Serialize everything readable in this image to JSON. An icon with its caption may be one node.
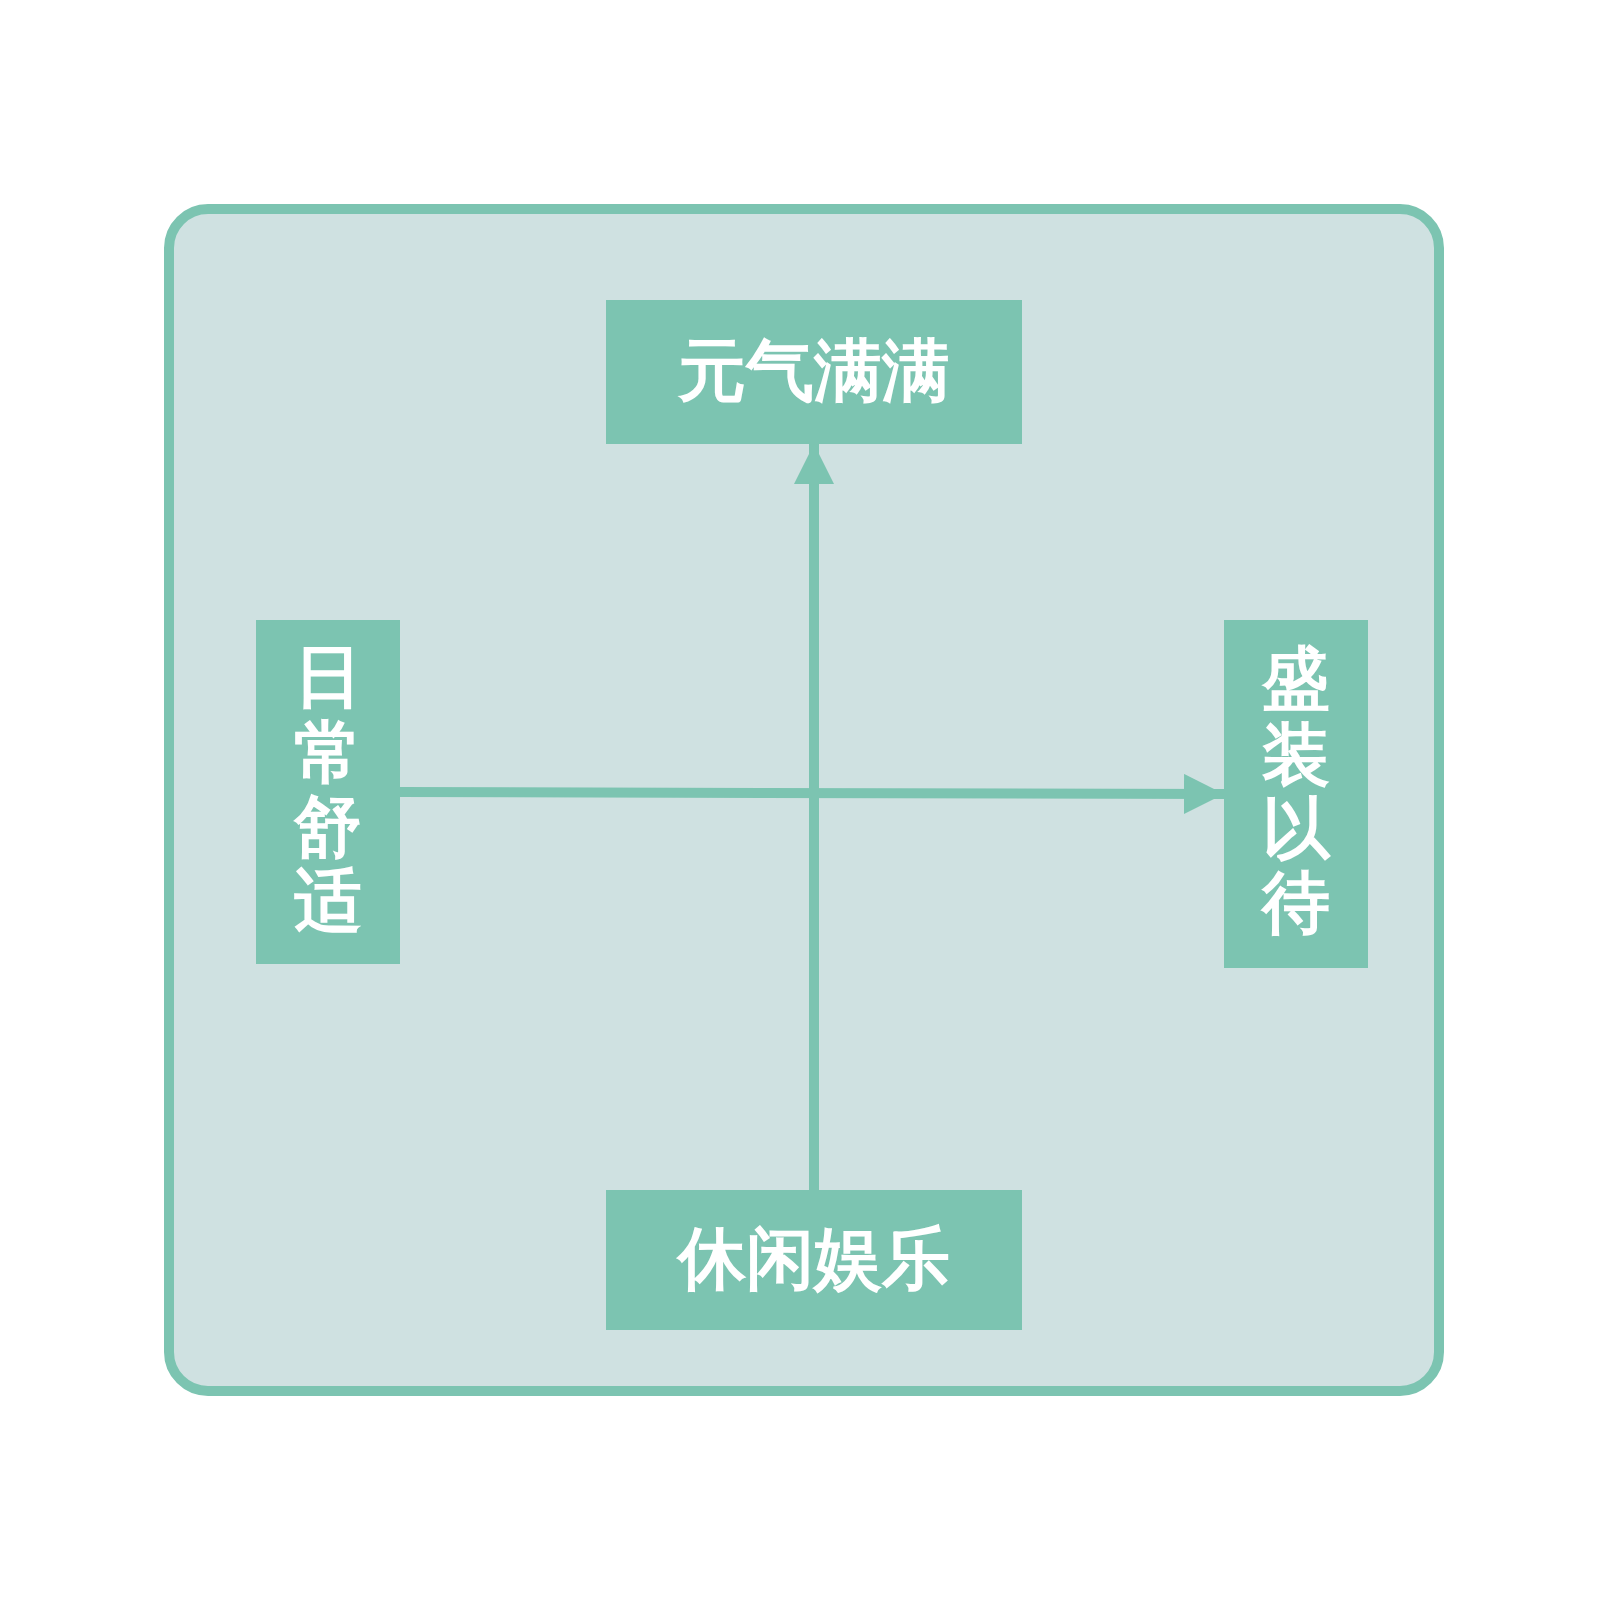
{
  "diagram": {
    "nodes": [
      {
        "text": [],
        "shape": "box"
      },
      {
        "text": [
          "元气满满"
        ],
        "in": 0
      },
      {
        "text": [
          "日常舒适"
        ],
        "in": 0
      },
      {
        "text": [
          "盛装以待"
        ],
        "in": 0
      },
      {
        "text": [
          "休闲娱乐"
        ],
        "in": 0
      }
    ],
    "edges": [
      {
        "from": 2,
        "to": 3,
        "arrow": "to"
      },
      {
        "from": 4,
        "to": 1,
        "arrow": "to"
      }
    ]
  }
}
